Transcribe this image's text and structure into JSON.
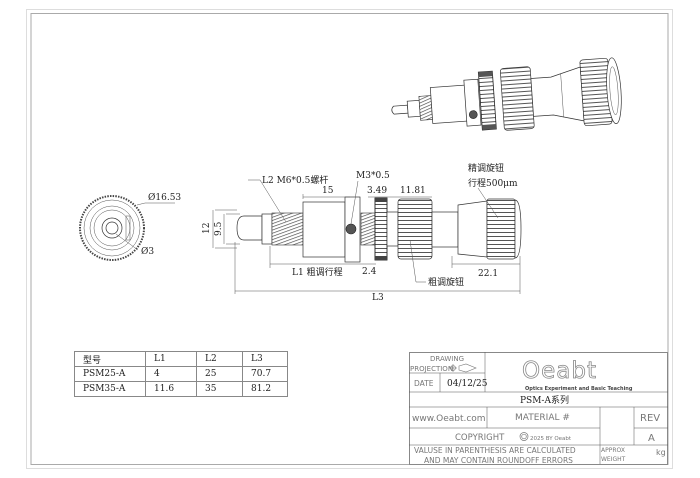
{
  "drawing": {
    "dims": {
      "l2_thread": "L2 M6*0.5螺杆",
      "d15": "15",
      "m3": "M3*0.5",
      "d349": "3.49",
      "d1181": "11.81",
      "fine_knob": "精调旋钮",
      "fine_travel": "行程500μm",
      "d12": "12",
      "d95": "9.5",
      "l1": "L1 粗调行程",
      "d24": "2.4",
      "coarse_knob": "粗调旋钮",
      "d221": "22.1",
      "l3": "L3",
      "dia1653": "Ø16.53",
      "dia3": "Ø3"
    }
  },
  "spec_table": {
    "headers": [
      "型号",
      "L1",
      "L2",
      "L3"
    ],
    "rows": [
      [
        "PSM25-A",
        "4",
        "25",
        "70.7"
      ],
      [
        "PSM35-A",
        "11.6",
        "35",
        "81.2"
      ]
    ]
  },
  "title_block": {
    "drawing": "DRAWING",
    "projection": "PROJECTION",
    "date_label": "DATE",
    "date": "04/12/25",
    "logo": "Oeabt",
    "logo_tagline": "Optics Experiment and Basic Teaching",
    "title": "PSM-A系列",
    "website": "www.Oeabt.com",
    "material": "MATERIAL #",
    "rev_label": "REV",
    "rev": "A",
    "copyright": "COPYRIGHT",
    "copyright_year": "2025 BY Oeabt",
    "note1": "VALUSE IN PARENTHESIS ARE CALCULATED",
    "note2": "AND MAY CONTAIN ROUNDOFF ERRORS",
    "approx": "APPROX",
    "weight": "WEIGHT",
    "kg": "kg"
  }
}
